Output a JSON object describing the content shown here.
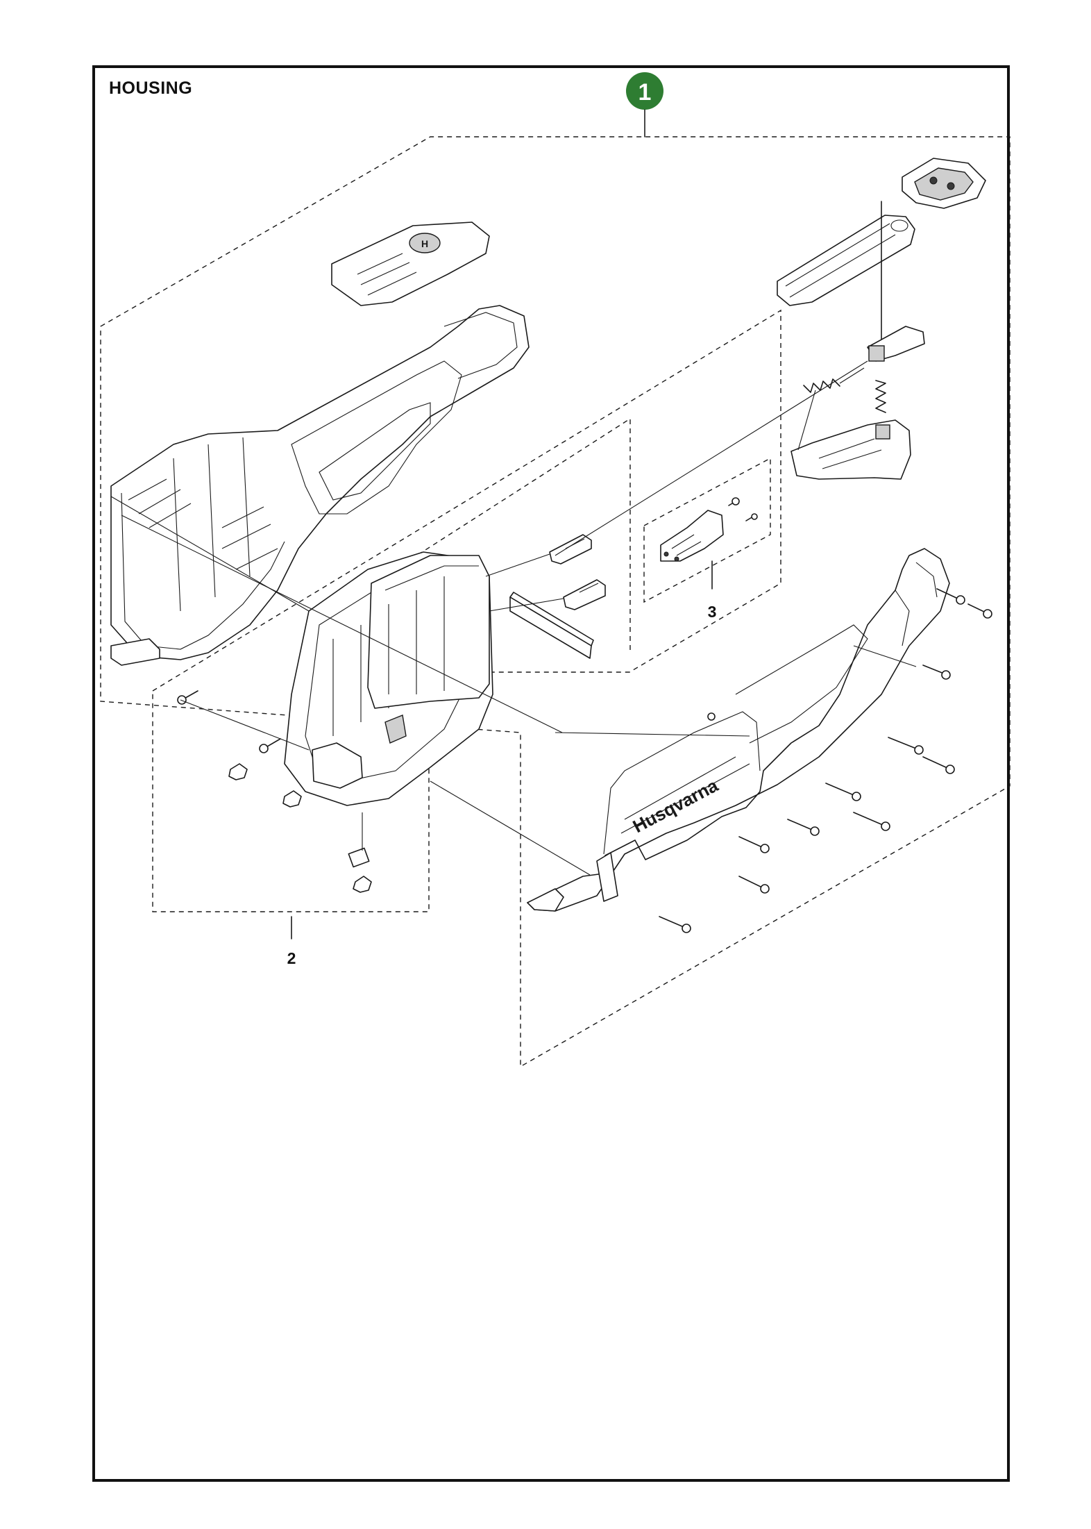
{
  "section_title": "HOUSING",
  "callouts": {
    "main": "1",
    "sub_a": "2",
    "sub_b": "3"
  },
  "housing_logo_text": "Husqvarna",
  "colors": {
    "badge_green": "#2e7d32",
    "line": "#1a1a1a"
  }
}
